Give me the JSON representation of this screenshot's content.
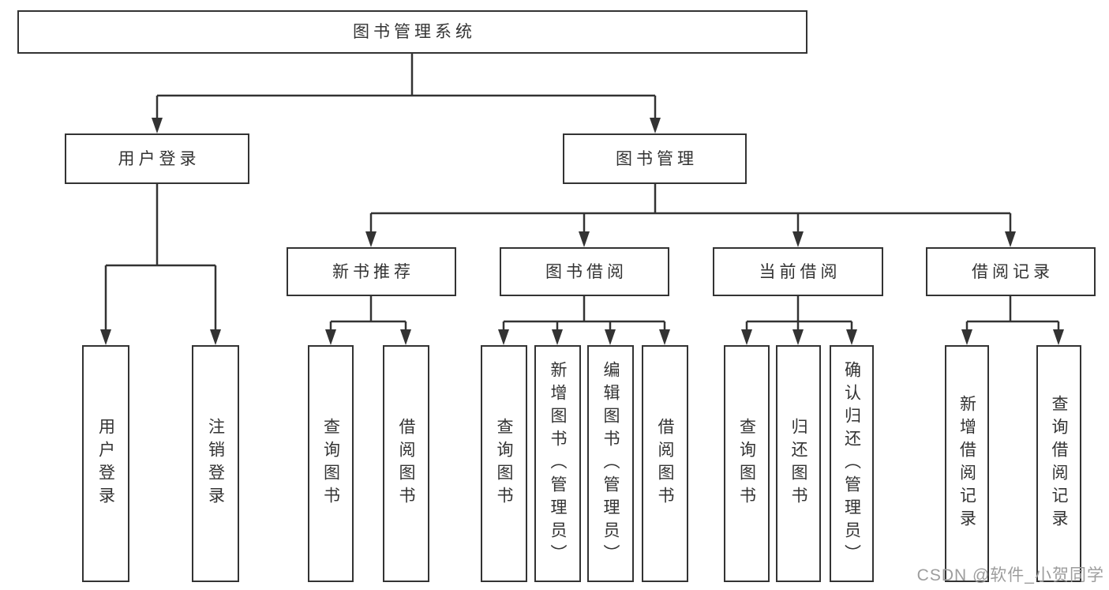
{
  "tree": {
    "root": {
      "label": "图书管理系统"
    },
    "children": [
      {
        "label": "用户登录",
        "children": [
          {
            "label": "用户登录"
          },
          {
            "label": "注销登录"
          }
        ]
      },
      {
        "label": "图书管理",
        "children": [
          {
            "label": "新书推荐",
            "children": [
              {
                "label": "查询图书"
              },
              {
                "label": "借阅图书"
              }
            ]
          },
          {
            "label": "图书借阅",
            "children": [
              {
                "label": "查询图书"
              },
              {
                "label": "新增图书（管理员）"
              },
              {
                "label": "编辑图书（管理员）"
              },
              {
                "label": "借阅图书"
              }
            ]
          },
          {
            "label": "当前借阅",
            "children": [
              {
                "label": "查询图书"
              },
              {
                "label": "归还图书"
              },
              {
                "label": "确认归还（管理员）"
              }
            ]
          },
          {
            "label": "借阅记录",
            "children": [
              {
                "label": "新增借阅记录"
              },
              {
                "label": "查询借阅记录"
              }
            ]
          }
        ]
      }
    ]
  },
  "watermark": {
    "label": "CSDN @软件_小贺同学"
  },
  "colors": {
    "line": "#333333",
    "text": "#333333",
    "box_background": "#ffffff",
    "watermark": "#9d9d9d"
  }
}
